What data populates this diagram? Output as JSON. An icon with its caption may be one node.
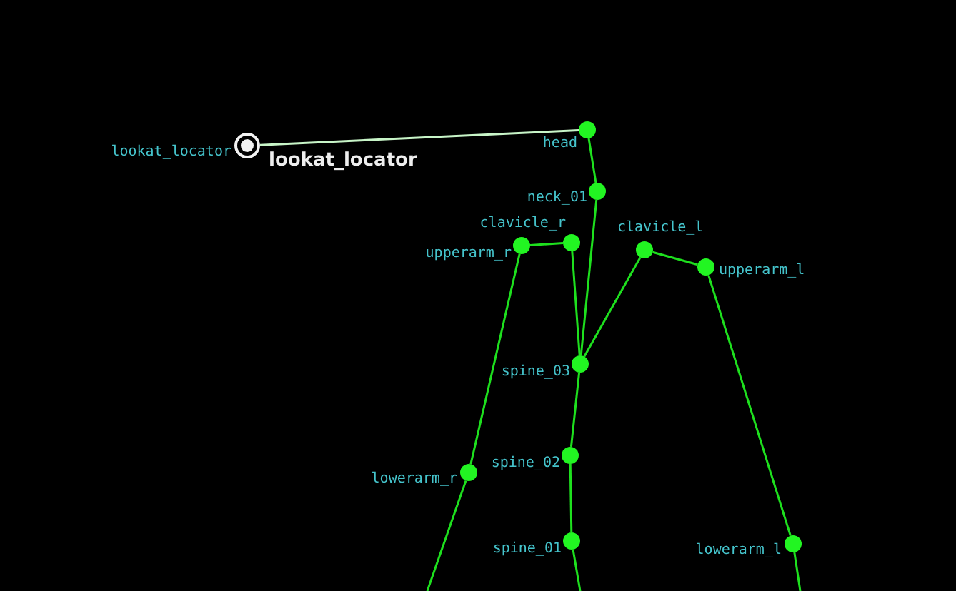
{
  "diagram": {
    "nodes": [
      {
        "text": [],
        "shape": "circle",
        "beside": [
          "lookat_locator",
          "lookat_locator"
        ]
      },
      {
        "text": [],
        "shape": "circle",
        "beside": [
          "head"
        ]
      },
      {
        "text": [],
        "shape": "circle",
        "beside": [
          "neck_01"
        ]
      },
      {
        "text": [],
        "shape": "circle",
        "beside": [
          "upperarm_r"
        ]
      },
      {
        "text": [],
        "shape": "circle",
        "beside": [
          "clavicle_r"
        ]
      },
      {
        "text": [],
        "shape": "circle",
        "beside": [
          "clavicle_l"
        ]
      },
      {
        "text": [],
        "shape": "circle",
        "beside": [
          "upperarm_l"
        ]
      },
      {
        "text": [],
        "shape": "circle",
        "beside": [
          "spine_03"
        ]
      },
      {
        "text": [],
        "shape": "circle",
        "beside": [
          "spine_02"
        ]
      },
      {
        "text": [],
        "shape": "circle",
        "beside": [
          "lowerarm_r"
        ]
      },
      {
        "text": [],
        "shape": "circle",
        "beside": [
          "spine_01"
        ]
      },
      {
        "text": [],
        "shape": "circle",
        "beside": [
          "lowerarm_l"
        ]
      }
    ],
    "edges": [
      {
        "from": 1,
        "to": 0,
        "arrow": "none",
        "color": "#c8f5c8"
      },
      {
        "from": 1,
        "to": 2,
        "arrow": "none"
      },
      {
        "from": 2,
        "to": 7,
        "arrow": "none"
      },
      {
        "from": 7,
        "to": 4,
        "arrow": "none"
      },
      {
        "from": 4,
        "to": 3,
        "arrow": "none"
      },
      {
        "from": 3,
        "to": 9,
        "arrow": "none"
      },
      {
        "from": 9,
        "to": null,
        "arrow": "none"
      },
      {
        "from": 7,
        "to": 5,
        "arrow": "none"
      },
      {
        "from": 5,
        "to": 6,
        "arrow": "none"
      },
      {
        "from": 6,
        "to": 11,
        "arrow": "none"
      },
      {
        "from": 11,
        "to": null,
        "arrow": "none"
      },
      {
        "from": 7,
        "to": 8,
        "arrow": "none"
      },
      {
        "from": 8,
        "to": 10,
        "arrow": "none"
      },
      {
        "from": 10,
        "to": null,
        "arrow": "none"
      }
    ]
  }
}
